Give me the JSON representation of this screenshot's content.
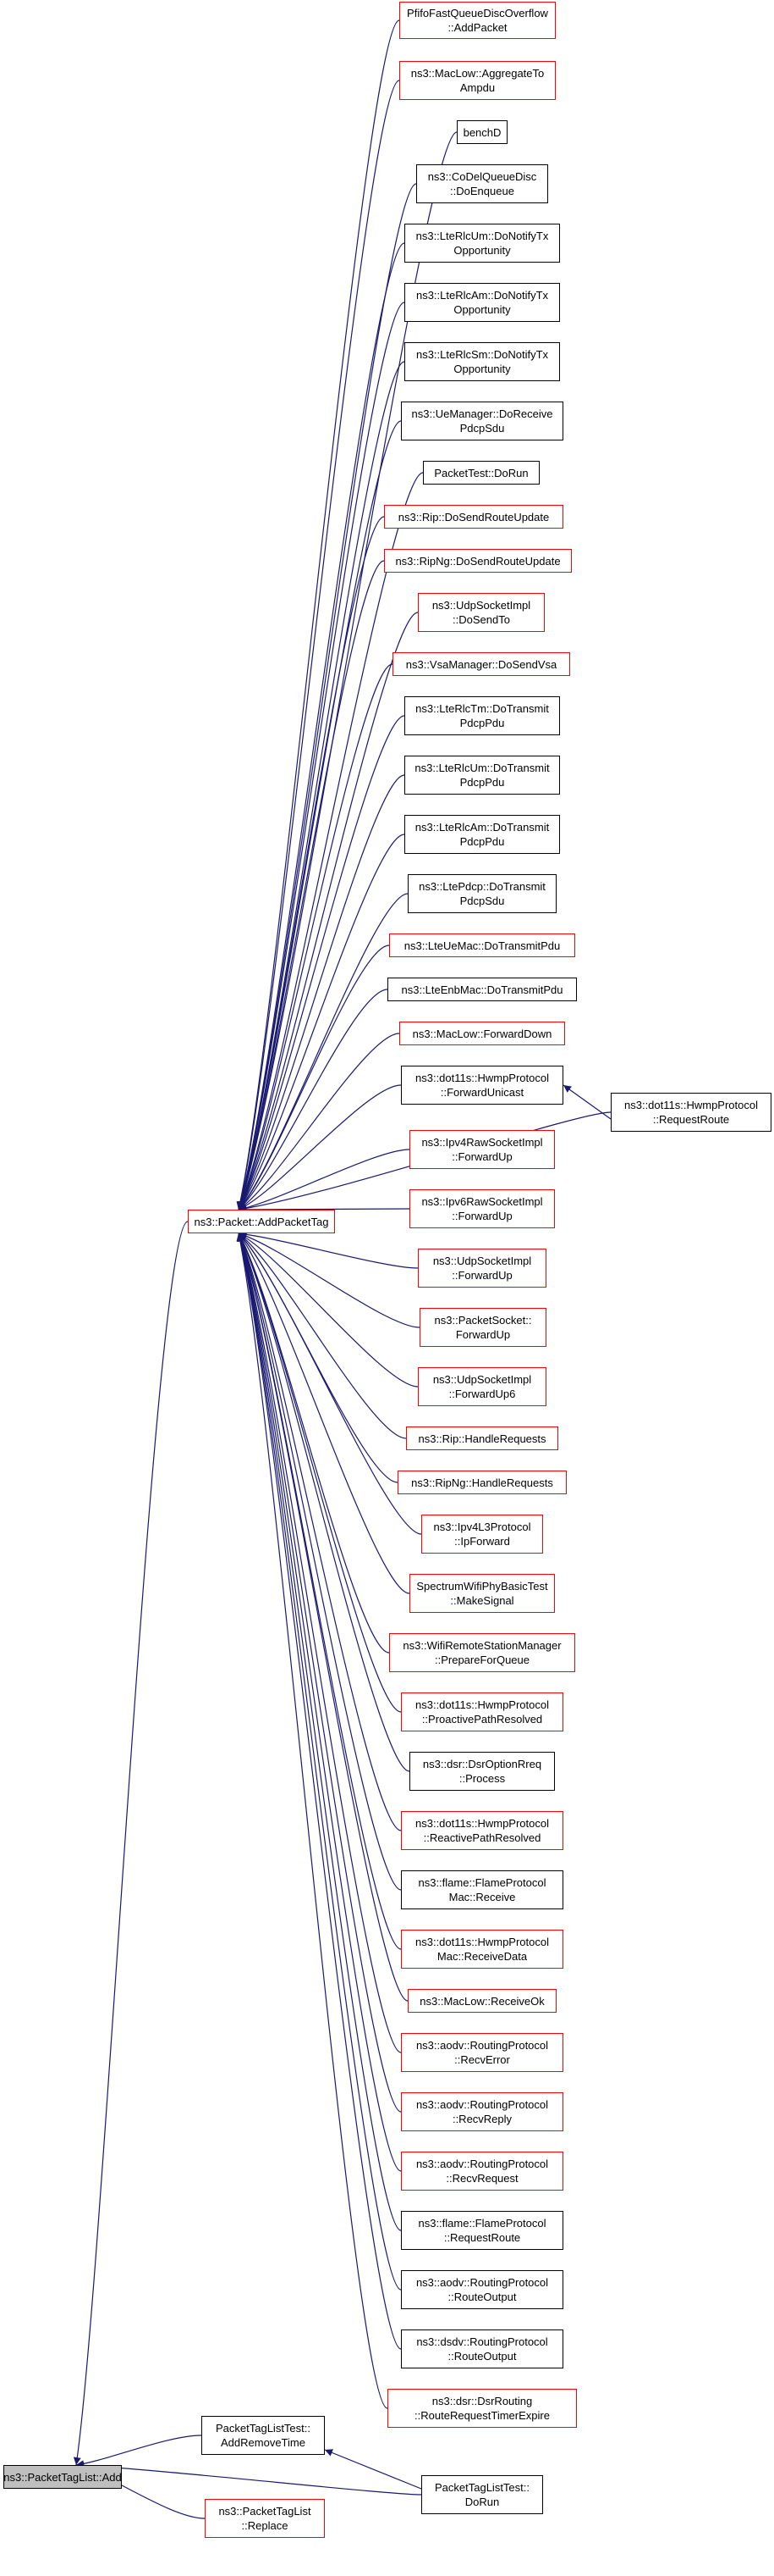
{
  "colors": {
    "edge": "#191970",
    "red_border": "#ff0000",
    "black_border": "#000000",
    "highlight": "#bfbfbf"
  },
  "nodes": [
    {
      "id": "n0",
      "lines": [
        "PfifoFastQueueDiscOverflow",
        "::AddPacket"
      ],
      "style": "red"
    },
    {
      "id": "n1",
      "lines": [
        "ns3::MacLow::AggregateTo",
        "Ampdu"
      ],
      "style": "red"
    },
    {
      "id": "n2",
      "lines": [
        "benchD"
      ],
      "style": "black"
    },
    {
      "id": "n3",
      "lines": [
        "ns3::CoDelQueueDisc",
        "::DoEnqueue"
      ],
      "style": "black"
    },
    {
      "id": "n4",
      "lines": [
        "ns3::LteRlcUm::DoNotifyTx",
        "Opportunity"
      ],
      "style": "black"
    },
    {
      "id": "n5",
      "lines": [
        "ns3::LteRlcAm::DoNotifyTx",
        "Opportunity"
      ],
      "style": "black"
    },
    {
      "id": "n6",
      "lines": [
        "ns3::LteRlcSm::DoNotifyTx",
        "Opportunity"
      ],
      "style": "black"
    },
    {
      "id": "n7",
      "lines": [
        "ns3::UeManager::DoReceive",
        "PdcpSdu"
      ],
      "style": "black"
    },
    {
      "id": "n8",
      "lines": [
        "PacketTest::DoRun"
      ],
      "style": "black"
    },
    {
      "id": "n9",
      "lines": [
        "ns3::Rip::DoSendRouteUpdate"
      ],
      "style": "red"
    },
    {
      "id": "n10",
      "lines": [
        "ns3::RipNg::DoSendRouteUpdate"
      ],
      "style": "red"
    },
    {
      "id": "n11",
      "lines": [
        "ns3::UdpSocketImpl",
        "::DoSendTo"
      ],
      "style": "red"
    },
    {
      "id": "n12",
      "lines": [
        "ns3::VsaManager::DoSendVsa"
      ],
      "style": "red"
    },
    {
      "id": "n13",
      "lines": [
        "ns3::LteRlcTm::DoTransmit",
        "PdcpPdu"
      ],
      "style": "black"
    },
    {
      "id": "n14",
      "lines": [
        "ns3::LteRlcUm::DoTransmit",
        "PdcpPdu"
      ],
      "style": "black"
    },
    {
      "id": "n15",
      "lines": [
        "ns3::LteRlcAm::DoTransmit",
        "PdcpPdu"
      ],
      "style": "black"
    },
    {
      "id": "n16",
      "lines": [
        "ns3::LtePdcp::DoTransmit",
        "PdcpSdu"
      ],
      "style": "black"
    },
    {
      "id": "n17",
      "lines": [
        "ns3::LteUeMac::DoTransmitPdu"
      ],
      "style": "red"
    },
    {
      "id": "n18",
      "lines": [
        "ns3::LteEnbMac::DoTransmitPdu"
      ],
      "style": "black"
    },
    {
      "id": "n19",
      "lines": [
        "ns3::MacLow::ForwardDown"
      ],
      "style": "red"
    },
    {
      "id": "n20",
      "lines": [
        "ns3::dot11s::HwmpProtocol",
        "::ForwardUnicast"
      ],
      "style": "black"
    },
    {
      "id": "n21",
      "lines": [
        "ns3::Ipv4RawSocketImpl",
        "::ForwardUp"
      ],
      "style": "red"
    },
    {
      "id": "n22",
      "lines": [
        "ns3::Ipv6RawSocketImpl",
        "::ForwardUp"
      ],
      "style": "red"
    },
    {
      "id": "n23",
      "lines": [
        "ns3::UdpSocketImpl",
        "::ForwardUp"
      ],
      "style": "red"
    },
    {
      "id": "n24",
      "lines": [
        "ns3::PacketSocket::",
        "ForwardUp"
      ],
      "style": "red"
    },
    {
      "id": "n25",
      "lines": [
        "ns3::UdpSocketImpl",
        "::ForwardUp6"
      ],
      "style": "red"
    },
    {
      "id": "n26",
      "lines": [
        "ns3::Rip::HandleRequests"
      ],
      "style": "red"
    },
    {
      "id": "n27",
      "lines": [
        "ns3::RipNg::HandleRequests"
      ],
      "style": "red"
    },
    {
      "id": "n28",
      "lines": [
        "ns3::Ipv4L3Protocol",
        "::IpForward"
      ],
      "style": "red"
    },
    {
      "id": "n29",
      "lines": [
        "SpectrumWifiPhyBasicTest",
        "::MakeSignal"
      ],
      "style": "red"
    },
    {
      "id": "n30",
      "lines": [
        "ns3::WifiRemoteStationManager",
        "::PrepareForQueue"
      ],
      "style": "red"
    },
    {
      "id": "n31",
      "lines": [
        "ns3::dot11s::HwmpProtocol",
        "::ProactivePathResolved"
      ],
      "style": "red"
    },
    {
      "id": "n32",
      "lines": [
        "ns3::dsr::DsrOptionRreq",
        "::Process"
      ],
      "style": "black"
    },
    {
      "id": "n33",
      "lines": [
        "ns3::dot11s::HwmpProtocol",
        "::ReactivePathResolved"
      ],
      "style": "red"
    },
    {
      "id": "n34",
      "lines": [
        "ns3::flame::FlameProtocol",
        "Mac::Receive"
      ],
      "style": "black"
    },
    {
      "id": "n35",
      "lines": [
        "ns3::dot11s::HwmpProtocol",
        "Mac::ReceiveData"
      ],
      "style": "red"
    },
    {
      "id": "n36",
      "lines": [
        "ns3::MacLow::ReceiveOk"
      ],
      "style": "red"
    },
    {
      "id": "n37",
      "lines": [
        "ns3::aodv::RoutingProtocol",
        "::RecvError"
      ],
      "style": "red"
    },
    {
      "id": "n38",
      "lines": [
        "ns3::aodv::RoutingProtocol",
        "::RecvReply"
      ],
      "style": "red"
    },
    {
      "id": "n39",
      "lines": [
        "ns3::aodv::RoutingProtocol",
        "::RecvRequest"
      ],
      "style": "red"
    },
    {
      "id": "n40",
      "lines": [
        "ns3::flame::FlameProtocol",
        "::RequestRoute"
      ],
      "style": "black"
    },
    {
      "id": "n41",
      "lines": [
        "ns3::aodv::RoutingProtocol",
        "::RouteOutput"
      ],
      "style": "black"
    },
    {
      "id": "n42",
      "lines": [
        "ns3::dsdv::RoutingProtocol",
        "::RouteOutput"
      ],
      "style": "black"
    },
    {
      "id": "n43",
      "lines": [
        "ns3::dsr::DsrRouting",
        "::RouteRequestTimerExpire"
      ],
      "style": "red"
    },
    {
      "id": "hr",
      "lines": [
        "ns3::dot11s::HwmpProtocol",
        "::RequestRoute"
      ],
      "style": "black"
    },
    {
      "id": "ap",
      "lines": [
        "ns3::Packet::AddPacketTag"
      ],
      "style": "red"
    },
    {
      "id": "art",
      "lines": [
        "PacketTagListTest::",
        "AddRemoveTime"
      ],
      "style": "black"
    },
    {
      "id": "dr",
      "lines": [
        "PacketTagListTest::",
        "DoRun"
      ],
      "style": "black"
    },
    {
      "id": "root",
      "lines": [
        "ns3::PacketTagList::Add"
      ],
      "style": "gray"
    },
    {
      "id": "rep",
      "lines": [
        "ns3::PacketTagList",
        "::Replace"
      ],
      "style": "red"
    }
  ],
  "edges": [
    [
      "ap",
      "n0"
    ],
    [
      "ap",
      "n1"
    ],
    [
      "ap",
      "n2"
    ],
    [
      "ap",
      "n3"
    ],
    [
      "ap",
      "n4"
    ],
    [
      "ap",
      "n5"
    ],
    [
      "ap",
      "n6"
    ],
    [
      "ap",
      "n7"
    ],
    [
      "ap",
      "n8"
    ],
    [
      "ap",
      "n9"
    ],
    [
      "ap",
      "n10"
    ],
    [
      "ap",
      "n11"
    ],
    [
      "ap",
      "n12"
    ],
    [
      "ap",
      "n13"
    ],
    [
      "ap",
      "n14"
    ],
    [
      "ap",
      "n15"
    ],
    [
      "ap",
      "n16"
    ],
    [
      "ap",
      "n17"
    ],
    [
      "ap",
      "n18"
    ],
    [
      "ap",
      "n19"
    ],
    [
      "ap",
      "n20"
    ],
    [
      "ap",
      "hr"
    ],
    [
      "ap",
      "n21"
    ],
    [
      "ap",
      "n22"
    ],
    [
      "ap",
      "n23"
    ],
    [
      "ap",
      "n24"
    ],
    [
      "ap",
      "n25"
    ],
    [
      "ap",
      "n26"
    ],
    [
      "ap",
      "n27"
    ],
    [
      "ap",
      "n28"
    ],
    [
      "ap",
      "n29"
    ],
    [
      "ap",
      "n30"
    ],
    [
      "ap",
      "n31"
    ],
    [
      "ap",
      "n32"
    ],
    [
      "ap",
      "n33"
    ],
    [
      "ap",
      "n34"
    ],
    [
      "ap",
      "n35"
    ],
    [
      "ap",
      "n36"
    ],
    [
      "ap",
      "n37"
    ],
    [
      "ap",
      "n38"
    ],
    [
      "ap",
      "n39"
    ],
    [
      "ap",
      "n40"
    ],
    [
      "ap",
      "n41"
    ],
    [
      "ap",
      "n42"
    ],
    [
      "ap",
      "n43"
    ],
    [
      "n20",
      "hr"
    ],
    [
      "root",
      "ap"
    ],
    [
      "root",
      "art"
    ],
    [
      "root",
      "dr"
    ],
    [
      "root",
      "rep"
    ],
    [
      "art",
      "dr"
    ]
  ]
}
